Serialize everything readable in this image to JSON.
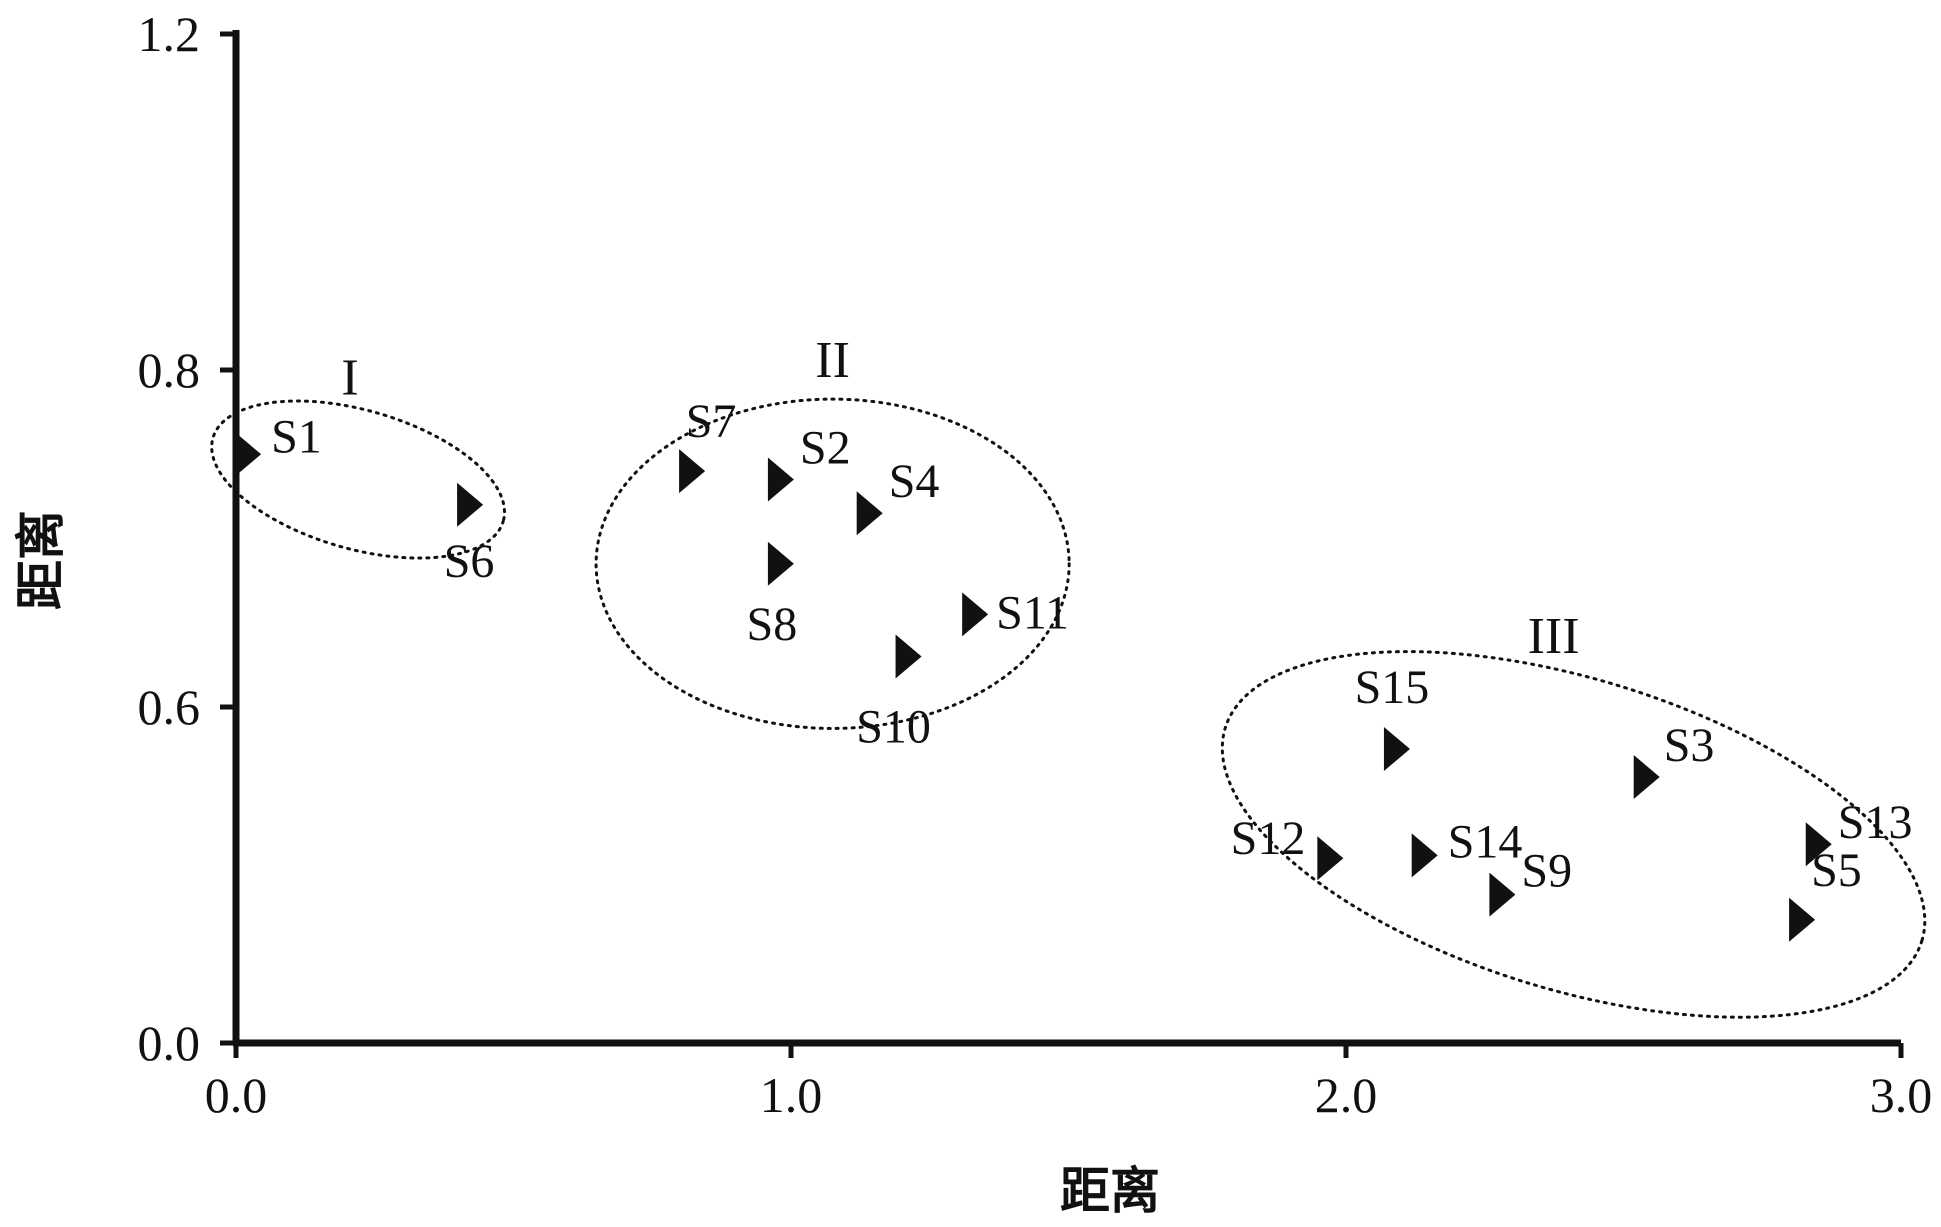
{
  "chart_data": {
    "type": "scatter",
    "xlabel": "距离",
    "ylabel": "距离",
    "xlim": [
      0.0,
      3.0
    ],
    "ylim": [
      0.0,
      1.2
    ],
    "grid": false,
    "marker": "right-triangle",
    "x_ticks": [
      "0.0",
      "1.0",
      "2.0",
      "3.0"
    ],
    "y_ticks": [
      {
        "value": 0.0,
        "label": "0.0"
      },
      {
        "value": 0.6,
        "label": "0.6"
      },
      {
        "value": 0.8,
        "label": "0.8"
      },
      {
        "value": 1.2,
        "label": "1.2"
      }
    ],
    "points": [
      {
        "label": "S1",
        "x": 0.02,
        "y": 0.75
      },
      {
        "label": "S6",
        "x": 0.42,
        "y": 0.72
      },
      {
        "label": "S7",
        "x": 0.82,
        "y": 0.74
      },
      {
        "label": "S2",
        "x": 0.98,
        "y": 0.735
      },
      {
        "label": "S4",
        "x": 1.14,
        "y": 0.715
      },
      {
        "label": "S8",
        "x": 0.98,
        "y": 0.685
      },
      {
        "label": "S11",
        "x": 1.33,
        "y": 0.655
      },
      {
        "label": "S10",
        "x": 1.21,
        "y": 0.63
      },
      {
        "label": "S15",
        "x": 2.09,
        "y": 0.525
      },
      {
        "label": "S3",
        "x": 2.54,
        "y": 0.475
      },
      {
        "label": "S13",
        "x": 2.85,
        "y": 0.355
      },
      {
        "label": "S12",
        "x": 1.97,
        "y": 0.33
      },
      {
        "label": "S14",
        "x": 2.14,
        "y": 0.335
      },
      {
        "label": "S9",
        "x": 2.28,
        "y": 0.265
      },
      {
        "label": "S5",
        "x": 2.82,
        "y": 0.22
      }
    ],
    "clusters": [
      {
        "label": "I",
        "members": [
          "S1",
          "S6"
        ]
      },
      {
        "label": "II",
        "members": [
          "S7",
          "S2",
          "S4",
          "S8",
          "S11",
          "S10"
        ]
      },
      {
        "label": "III",
        "members": [
          "S15",
          "S3",
          "S13",
          "S12",
          "S14",
          "S9",
          "S5"
        ]
      }
    ]
  }
}
